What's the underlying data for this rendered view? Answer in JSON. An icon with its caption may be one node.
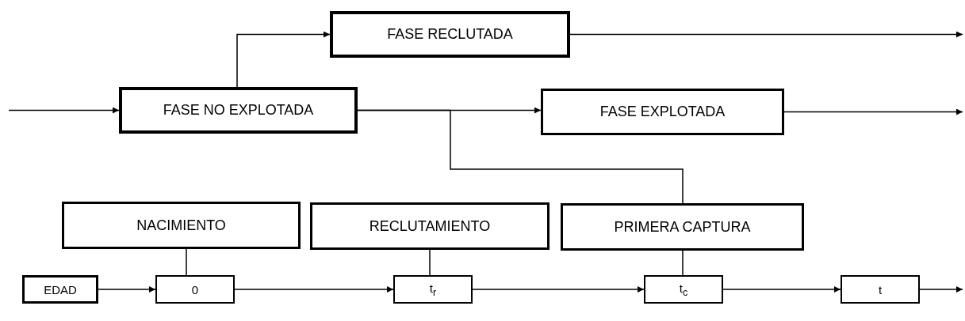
{
  "diagram": {
    "nodes": [
      {
        "text": [
          "FASE RECLUTADA"
        ]
      },
      {
        "text": [
          "FASE NO EXPLOTADA"
        ]
      },
      {
        "text": [
          "FASE EXPLOTADA"
        ]
      },
      {
        "text": [
          "NACIMIENTO"
        ]
      },
      {
        "text": [
          "RECLUTAMIENTO"
        ]
      },
      {
        "text": [
          "PRIMERA CAPTURA"
        ]
      },
      {
        "text": [
          "EDAD"
        ]
      },
      {
        "text": [
          "0"
        ]
      },
      {
        "text": [
          "t$_{r}$"
        ]
      },
      {
        "text": [
          "t$_{c}$"
        ]
      },
      {
        "text": [
          "t"
        ]
      }
    ],
    "edges": [
      {
        "from": null,
        "to": 1,
        "arrow": "to"
      },
      {
        "from": 1,
        "to": 0,
        "arrow": "to"
      },
      {
        "from": 0,
        "to": null,
        "arrow": "to"
      },
      {
        "from": 1,
        "to": 2,
        "arrow": "to"
      },
      {
        "from": 2,
        "to": null,
        "arrow": "to"
      },
      {
        "from": 1,
        "to": 5,
        "arrow": "none"
      },
      {
        "from": 3,
        "to": 7,
        "arrow": "none"
      },
      {
        "from": 4,
        "to": 8,
        "arrow": "none"
      },
      {
        "from": 5,
        "to": 9,
        "arrow": "none"
      },
      {
        "from": 6,
        "to": 7,
        "arrow": "to"
      },
      {
        "from": 7,
        "to": 8,
        "arrow": "to"
      },
      {
        "from": 8,
        "to": 9,
        "arrow": "to"
      },
      {
        "from": 9,
        "to": 10,
        "arrow": "to"
      },
      {
        "from": 10,
        "to": null,
        "arrow": "to"
      }
    ]
  }
}
